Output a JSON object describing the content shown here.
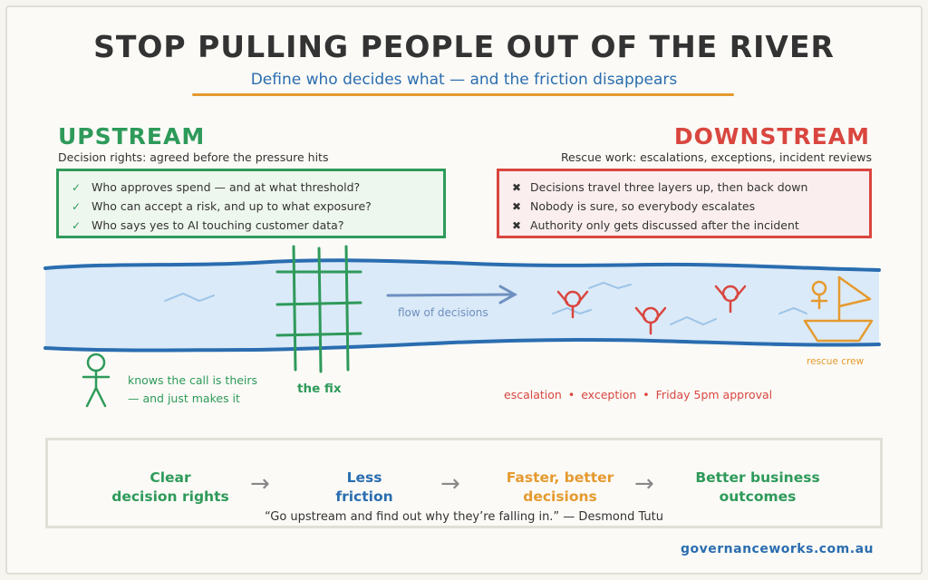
{
  "title": "STOP PULLING PEOPLE OUT OF THE RIVER",
  "subtitle": "Define who decides what  —  and the friction disappears",
  "upstream": {
    "heading": "UPSTREAM",
    "caption": "Decision rights: agreed before the pressure hits",
    "mark": "✓",
    "items": [
      "Who approves spend — and at what threshold?",
      "Who can accept a risk, and up to what exposure?",
      "Who says yes to AI touching customer data?"
    ]
  },
  "downstream": {
    "heading": "DOWNSTREAM",
    "caption": "Rescue work: escalations, exceptions, incident reviews",
    "mark": "✖",
    "items": [
      "Decisions travel three layers up, then back down",
      "Nobody is sure, so everybody escalates",
      "Authority only gets discussed after the incident"
    ]
  },
  "river": {
    "person_label_1": "knows the call is theirs",
    "person_label_2": "— and just makes it",
    "fix_label": "the fix",
    "flow_label": "flow of decisions",
    "rescue_label": "rescue crew",
    "friction_items": [
      "escalation",
      "exception",
      "Friday 5pm approval"
    ],
    "friction_separator": "•"
  },
  "chain": {
    "steps": [
      {
        "line1": "Clear",
        "line2": "decision rights"
      },
      {
        "line1": "Less",
        "line2": "friction"
      },
      {
        "line1": "Faster, better",
        "line2": "decisions"
      },
      {
        "line1": "Better business",
        "line2": "outcomes"
      }
    ],
    "arrow": "→"
  },
  "quote": "“Go upstream and find out why they’re falling in.”  — Desmond Tutu",
  "footer": "governanceworks.com.au",
  "colors": {
    "green": "#2e9a5a",
    "red": "#d9463f",
    "blue": "#2a6db0",
    "orange": "#e59a2f",
    "river": "#dbeaf8",
    "river_edge": "#2a6db0"
  }
}
